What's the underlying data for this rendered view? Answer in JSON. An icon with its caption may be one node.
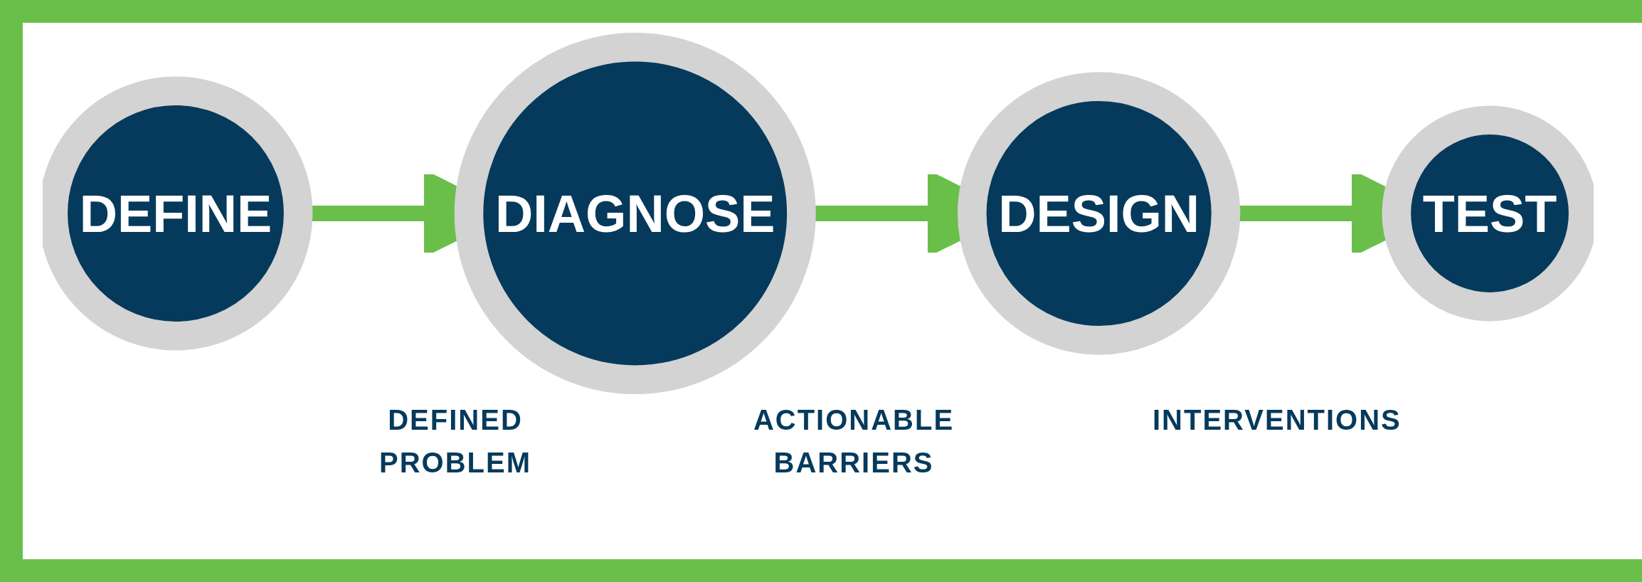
{
  "diagram": {
    "nodes": [
      {
        "text": [
          "DEFINE"
        ]
      },
      {
        "text": [
          "DIAGNOSE"
        ]
      },
      {
        "text": [
          "DESIGN"
        ]
      },
      {
        "text": [
          "TEST"
        ]
      }
    ],
    "edges": [
      {
        "from": 0,
        "to": 1,
        "arrow": "to"
      },
      {
        "from": 1,
        "to": 2,
        "arrow": "to"
      },
      {
        "from": 2,
        "to": 3,
        "arrow": "to"
      }
    ],
    "labels": [
      "DEFINED PROBLEM",
      "ACTIONABLE BARRIERS",
      "INTERVENTIONS"
    ]
  }
}
